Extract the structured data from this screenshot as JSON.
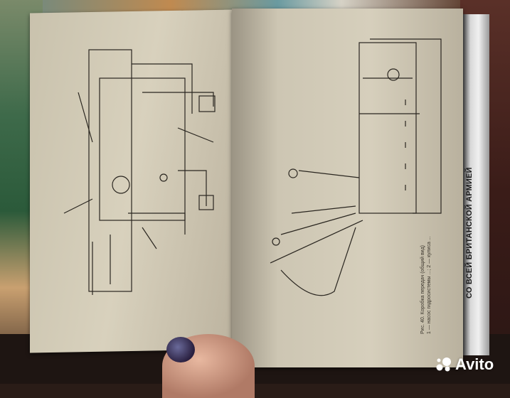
{
  "book": {
    "caption_title": "Рис. 40. Коробка передач (общий вид)",
    "caption_body": "1 — насос гидросистемы ...; 2 — кулиса ...",
    "spine_text": "СО ВСЕЙ БРИТАНСКОЙ АРМИЕЙ"
  },
  "watermark": {
    "label": "Avito",
    "icon": "avito-dots-icon"
  }
}
